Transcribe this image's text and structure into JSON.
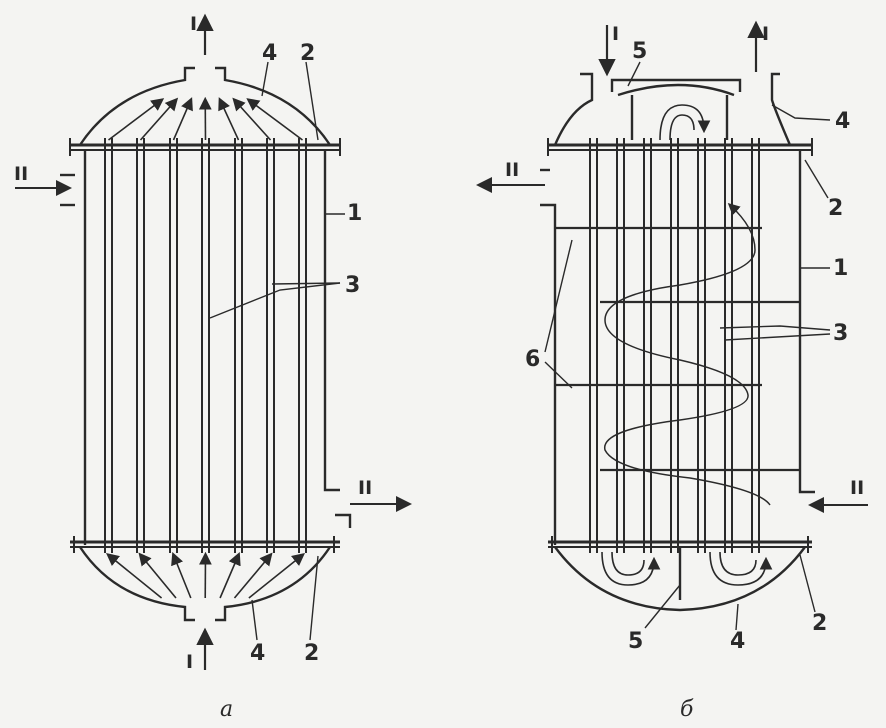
{
  "figure_a": {
    "caption": "а",
    "labels": {
      "shell": "1",
      "tube_sheet_top": "2",
      "tube_sheet_bottom": "2",
      "tubes": "3",
      "cover_top": "4",
      "cover_bottom": "4"
    },
    "streams": {
      "tube_in": "I",
      "tube_out": "I",
      "shell_in": "II",
      "shell_out": "II"
    }
  },
  "figure_b": {
    "caption": "б",
    "labels": {
      "shell": "1",
      "tube_sheet_top": "2",
      "tube_sheet_bottom": "2",
      "tubes": "3",
      "cover_top": "4",
      "cover_bottom": "4",
      "partition_top": "5",
      "partition_bottom": "5",
      "baffles": "6"
    },
    "streams": {
      "tube_in": "I",
      "tube_out": "I",
      "shell_in": "II",
      "shell_out": "II"
    }
  },
  "colors": {
    "ink": "#2a2a2a",
    "paper": "#f4f4f2"
  }
}
